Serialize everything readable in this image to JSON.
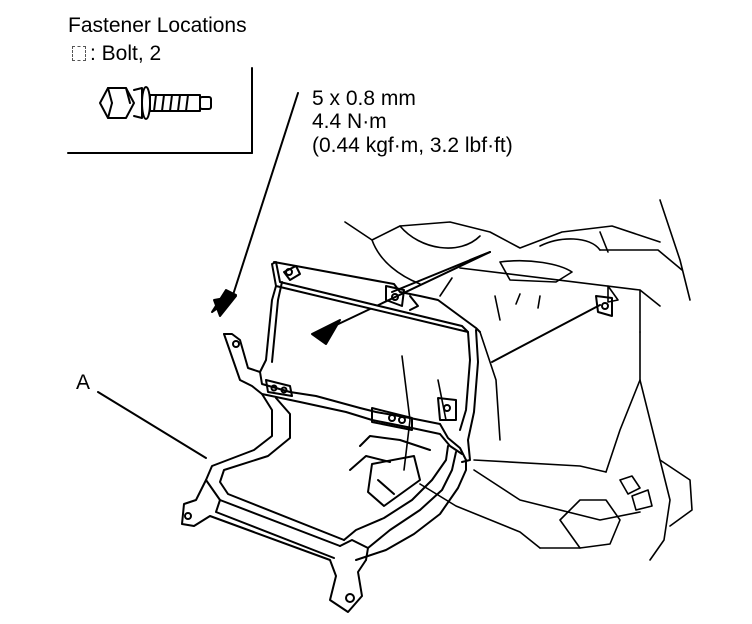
{
  "legend": {
    "title": "Fastener Locations",
    "bolt_label": ": Bolt, 2"
  },
  "spec": {
    "size": "5 x 0.8 mm",
    "torque_nm": "4.4 N·m",
    "torque_alt": "(0.44 kgf·m, 3.2 lbf·ft)"
  },
  "callouts": {
    "part_a": "A"
  }
}
